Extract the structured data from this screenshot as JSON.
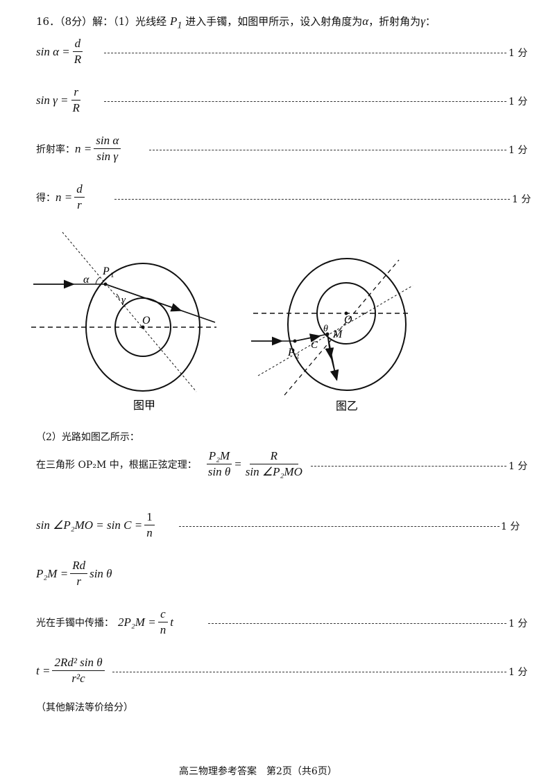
{
  "header": {
    "number": "16．（8分）解：（1）光线经",
    "p1": "P",
    "p1_sub": "1",
    "rest": "进入手镯，如图甲所示，设入射角度为",
    "alpha": "α",
    "mid": "，折射角为",
    "gamma": "γ",
    "end": "："
  },
  "rows": [
    {
      "lhs": "sin α =",
      "num": "d",
      "den": "R",
      "score": "1 分"
    },
    {
      "lhs": "sin γ =",
      "num": "r",
      "den": "R",
      "score": "1 分"
    },
    {
      "label": "折射率：",
      "lhs": "n =",
      "num": "sin α",
      "den": "sin γ",
      "score": "1 分"
    },
    {
      "label": "得：",
      "lhs": "n =",
      "num": "d",
      "den": "r",
      "score": "1 分"
    }
  ],
  "figure_a": {
    "caption": "图甲",
    "alpha": "α",
    "p": "P",
    "p_sub": "1",
    "gamma": "γ",
    "o": "O"
  },
  "figure_b": {
    "caption": "图乙",
    "theta": "θ",
    "m": "M",
    "c": "C",
    "p": "P",
    "p_sub": "2",
    "o": "O"
  },
  "part2": {
    "intro": "（2）光路如图乙所示：",
    "r1": {
      "label": "在三角形 OP₂M 中，根据正弦定理：",
      "num1": "P₂M",
      "den1": "sin θ",
      "eq": "=",
      "num2": "R",
      "den2": "sin ∠P₂MO",
      "score": "1 分"
    },
    "r2": {
      "lhs": "sin ∠P₂MO = sin C =",
      "num": "1",
      "den": "n",
      "score": "1 分"
    },
    "r3": {
      "lhs": "P₂M =",
      "num": "Rd",
      "den": "r",
      "rhs": "sin θ"
    },
    "r4": {
      "label": "光在手镯中传播：",
      "lhs": "2P₂M =",
      "num": "c",
      "den": "n",
      "rhs": "t",
      "score": "1 分"
    },
    "r5": {
      "lhs": "t =",
      "num": "2Rd² sin θ",
      "den": "r²c",
      "score": "1 分"
    },
    "note": "（其他解法等价给分）"
  },
  "footer": "高三物理参考答案　第2页（共6页）"
}
